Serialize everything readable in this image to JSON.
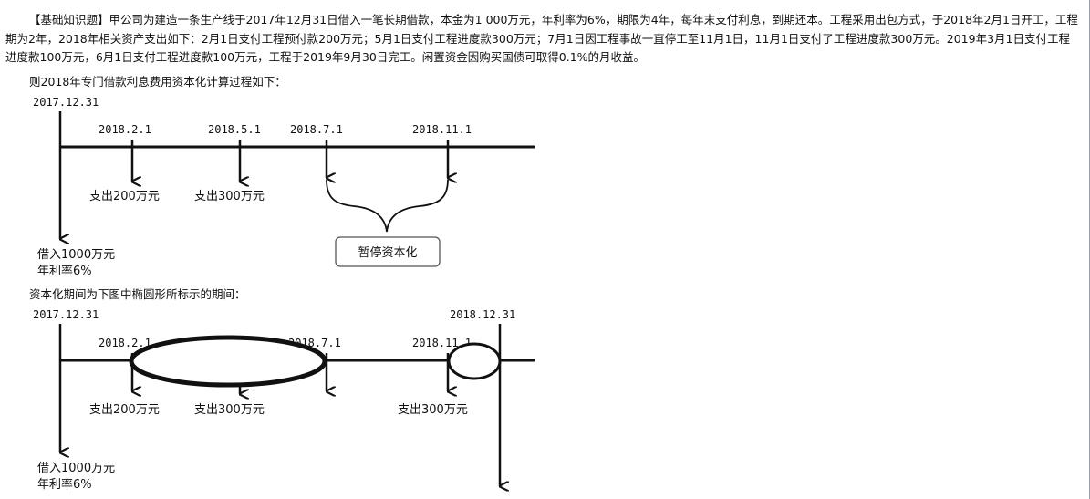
{
  "paragraph": {
    "tag": "【基础知识题】",
    "text": "甲公司为建造一条生产线于2017年12月31日借入一笔长期借款，本金为1 000万元，年利率为6%，期限为4年，每年末支付利息，到期还本。工程采用出包方式，于2018年2月1日开工，工程期为2年，2018年相关资产支出如下：2月1日支付工程预付款200万元；5月1日支付工程进度款300万元；7月1日因工程事故一直停工至11月1日，11月1日支付了工程进度款300万元。2019年3月1日支付工程进度款100万元，6月1日支付工程进度款100万元，工程于2019年9月30日完工。闲置资金因购买国债可取得0.1%的月收益。"
  },
  "intro_line": "则2018年专门借款利息费用资本化计算过程如下：",
  "diagram1": {
    "start_date": "2017.12.31",
    "dates": [
      "2018.2.1",
      "2018.5.1",
      "2018.7.1",
      "2018.11.1"
    ],
    "outflows": [
      "支出200万元",
      "支出300万元"
    ],
    "borrow": "借入1000万元",
    "rate": "年利率6%",
    "pause_box": "暂停资本化"
  },
  "caption2": "资本化期间为下图中椭圆形所标示的期间：",
  "diagram2": {
    "start_date": "2017.12.31",
    "end_date": "2018.12.31",
    "dates": [
      "2018.2.1",
      "2018.7.1",
      "2018.11.1"
    ],
    "outflows": [
      "支出200万元",
      "支出300万元",
      "支出300万元"
    ],
    "borrow": "借入1000万元",
    "rate": "年利率6%"
  }
}
